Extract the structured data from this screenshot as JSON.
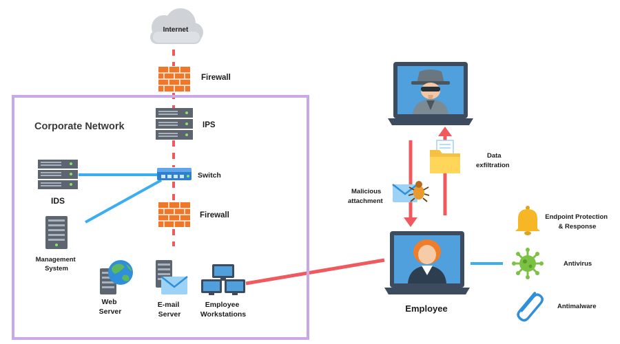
{
  "labels": {
    "internet": "Internet",
    "firewall_top": "Firewall",
    "corporate_network": "Corporate Network",
    "ips": "IPS",
    "ids": "IDS",
    "switch": "Switch",
    "firewall_inner": "Firewall",
    "management_system": [
      "Management",
      "System"
    ],
    "web_server": [
      "Web",
      "Server"
    ],
    "email_server": [
      "E-mail",
      "Server"
    ],
    "employee_workstations": [
      "Employee",
      "Workstations"
    ],
    "employee": "Employee",
    "malicious_attachment": [
      "Malicious",
      "attachment"
    ],
    "data_exfiltration": [
      "Data",
      "exfiltration"
    ],
    "edr": [
      "Endpoint Protection",
      "& Response"
    ],
    "antivirus": "Antivirus",
    "antimalware": "Antimalware"
  },
  "colors": {
    "link_red": "#f05a5f",
    "link_blue": "#3aaef0",
    "boundary_purple": "#c9a8ea",
    "firewall_orange": "#f0762a",
    "monitor_frame": "#3c4b5e",
    "screen_blue": "#4fa0dc",
    "rack_gray": "#5d6670",
    "bell_yellow": "#f7b626",
    "virus_green": "#7cc242"
  },
  "icons": {
    "cloud": "cloud-icon",
    "firewall": "brick-wall-icon",
    "server": "server-rack-icon",
    "switch": "network-switch-icon",
    "tower": "server-tower-icon",
    "globe": "globe-icon",
    "mail": "envelope-icon",
    "workstations": "workstations-icon",
    "hacker": "hacker-laptop-icon",
    "employee": "employee-laptop-icon",
    "folder": "folder-icon",
    "bug": "bug-icon",
    "bell": "bell-icon",
    "virus": "virus-icon",
    "paperclip": "paperclip-icon"
  }
}
